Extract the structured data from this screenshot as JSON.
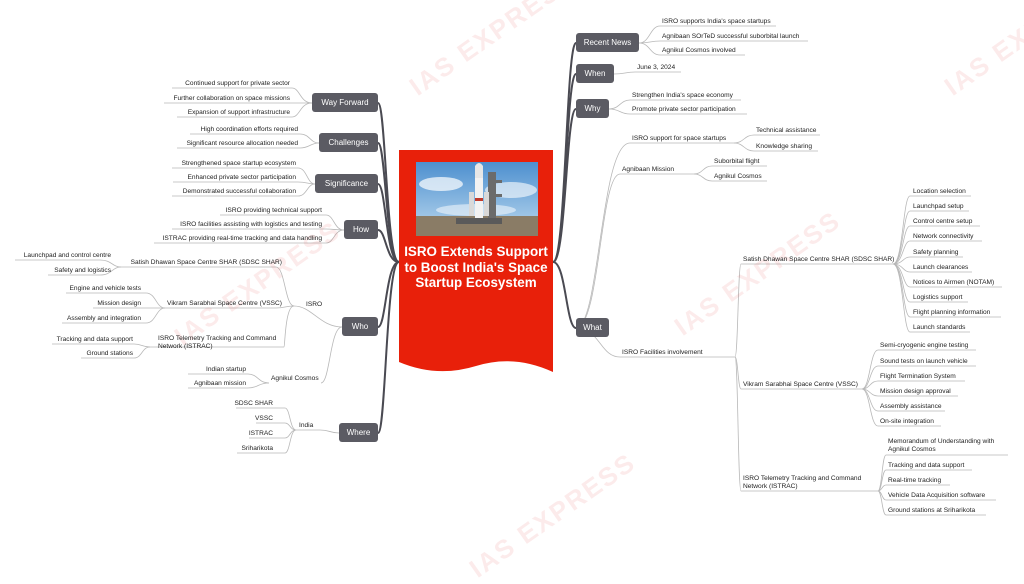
{
  "center": {
    "title": "ISRO Extends Support to Boost India's Space Startup Ecosystem"
  },
  "watermark": "IAS EXPRESS",
  "colors": {
    "center_bg": "#e8200a",
    "branch_bg": "#5b5b63",
    "connector": "#4a4a52",
    "leaf_line": "#b8b8b8",
    "watermark": "#e85858"
  },
  "right": {
    "recent_news": {
      "label": "Recent News",
      "items": [
        "ISRO supports India's space startups",
        "Agnibaan SOrTeD successful suborbital launch",
        "Agnikul Cosmos involved"
      ]
    },
    "when": {
      "label": "When",
      "items": [
        "June 3, 2024"
      ]
    },
    "why": {
      "label": "Why",
      "items": [
        "Strengthen India's space economy",
        "Promote private sector participation"
      ]
    },
    "what": {
      "label": "What",
      "support": {
        "label": "ISRO support for space startups",
        "items": [
          "Technical assistance",
          "Knowledge sharing"
        ]
      },
      "agnibaan": {
        "label": "Agnibaan Mission",
        "items": [
          "Suborbital flight",
          "Agnikul Cosmos"
        ]
      },
      "facilities": {
        "label": "ISRO Facilities involvement",
        "shar": {
          "label": "Satish Dhawan Space Centre SHAR (SDSC SHAR)",
          "items": [
            "Location selection",
            "Launchpad setup",
            "Control centre setup",
            "Network connectivity",
            "Safety planning",
            "Launch clearances",
            "Notices to Airmen (NOTAM)",
            "Logistics support",
            "Flight planning information",
            "Launch standards"
          ]
        },
        "vssc": {
          "label": "Vikram Sarabhai Space Centre (VSSC)",
          "items": [
            "Semi-cryogenic engine testing",
            "Sound tests on launch vehicle",
            "Flight Termination System",
            "Mission design approval",
            "Assembly assistance",
            "On-site integration"
          ]
        },
        "istrac": {
          "label": "ISRO Telemetry Tracking and Command Network (ISTRAC)",
          "items": [
            "Memorandum of Understanding with Agnikul Cosmos",
            "Tracking and data support",
            "Real-time tracking",
            "Vehicle Data Acquisition software",
            "Ground stations at Sriharikota"
          ]
        }
      }
    }
  },
  "left": {
    "way_forward": {
      "label": "Way Forward",
      "items": [
        "Continued support for private sector",
        "Further collaboration on space missions",
        "Expansion of support infrastructure"
      ]
    },
    "challenges": {
      "label": "Challenges",
      "items": [
        "High coordination efforts required",
        "Significant resource allocation needed"
      ]
    },
    "significance": {
      "label": "Significance",
      "items": [
        "Strengthened space startup ecosystem",
        "Enhanced private sector participation",
        "Demonstrated successful collaboration"
      ]
    },
    "how": {
      "label": "How",
      "items": [
        "ISRO providing technical support",
        "ISRO facilities assisting with logistics and testing",
        "ISTRAC providing real-time tracking and data handling"
      ]
    },
    "who": {
      "label": "Who",
      "isro": {
        "label": "ISRO",
        "shar": {
          "label": "Satish Dhawan Space Centre SHAR (SDSC SHAR)",
          "items": [
            "Launchpad and control centre",
            "Safety and logistics"
          ]
        },
        "vssc": {
          "label": "Vikram Sarabhai Space Centre (VSSC)",
          "items": [
            "Engine and vehicle tests",
            "Mission design",
            "Assembly and integration"
          ]
        },
        "istrac": {
          "label": "ISRO Telemetry Tracking and Command Network (ISTRAC)",
          "items": [
            "Tracking and data support",
            "Ground stations"
          ]
        }
      },
      "agnikul": {
        "label": "Agnikul Cosmos",
        "items": [
          "Indian startup",
          "Agnibaan mission"
        ]
      }
    },
    "where": {
      "label": "Where",
      "india": {
        "label": "India",
        "items": [
          "SDSC SHAR",
          "VSSC",
          "ISTRAC",
          "Sriharikota"
        ]
      }
    }
  }
}
